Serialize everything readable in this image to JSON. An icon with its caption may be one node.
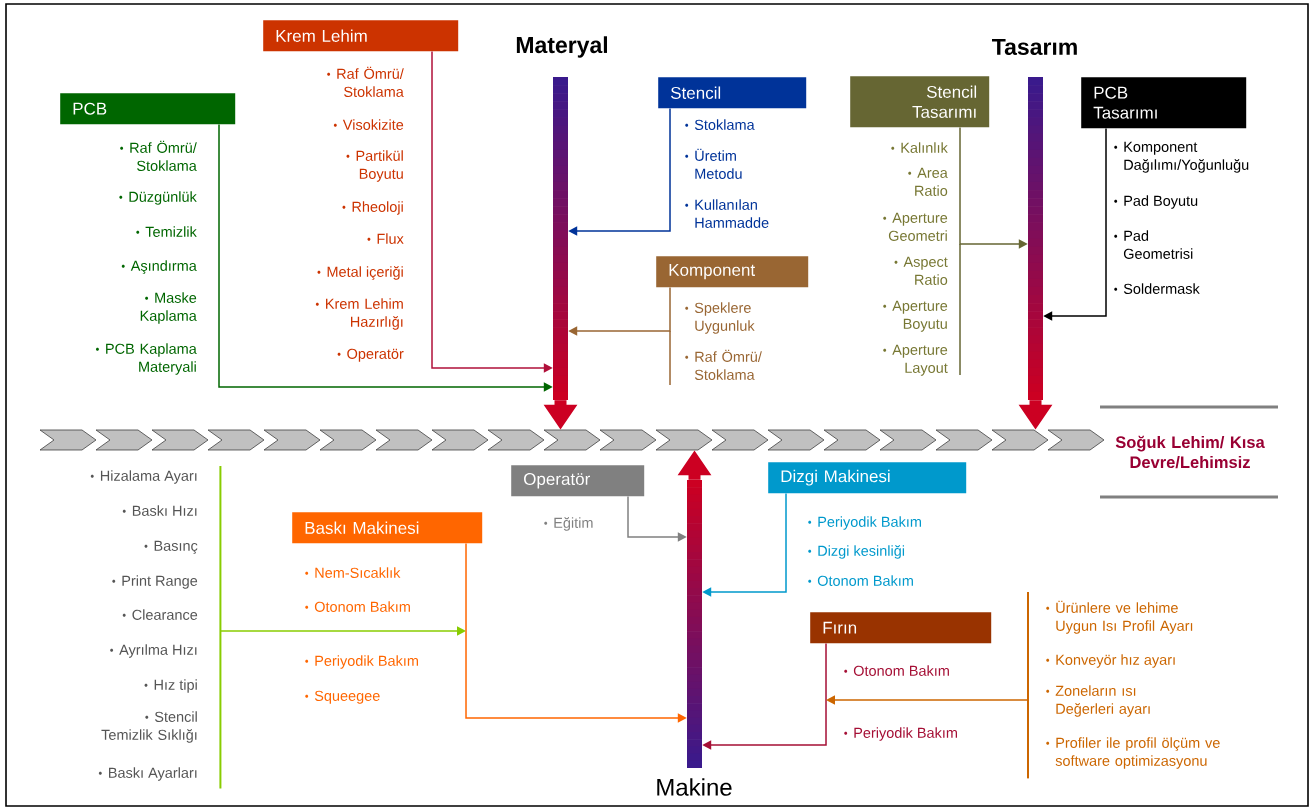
{
  "diagram": {
    "nodes": [
      {
        "text": [
          "Materyal"
        ]
      },
      {
        "text": [
          "Tasarım"
        ]
      },
      {
        "text": [
          "Makine"
        ]
      },
      {
        "text": [],
        "shape": "bar"
      },
      {
        "text": [
          "Soğuk Lehim/ Kısa Devre/Lehimsiz"
        ]
      },
      {
        "text": [
          "PCB"
        ],
        "beside": [
          "Raf Ömrü/ Stoklama",
          "Düzgünlük",
          "Temizlik",
          "Aşındırma",
          "Maske Kaplama",
          "PCB Kaplama Materyali"
        ]
      },
      {
        "text": [
          "Krem Lehim"
        ],
        "beside": [
          "Raf Ömrü/ Stoklama",
          "Visokizite",
          "Partikül Boyutu",
          "Rheoloji",
          "Flux",
          "Metal içeriği",
          "Krem Lehim Hazırlığı",
          "Operatör"
        ]
      },
      {
        "text": [
          "Stencil"
        ],
        "beside": [
          "Stoklama",
          "Üretim Metodu",
          "Kullanılan Hammadde"
        ]
      },
      {
        "text": [
          "Komponent"
        ],
        "beside": [
          "Speklere Uygunluk",
          "Raf Ömrü/ Stoklama"
        ]
      },
      {
        "text": [
          "Stencil Tasarımı"
        ],
        "beside": [
          "Kalınlık",
          "Area Ratio",
          "Aperture Geometri",
          "Aspect Ratio",
          "Aperture Boyutu",
          "Aperture Layout"
        ]
      },
      {
        "text": [
          "PCB Tasarımı"
        ],
        "beside": [
          "Komponent Dağılımı/Yoğunluğu",
          "Pad Boyutu",
          "Pad Geometrisi",
          "Soldermask"
        ]
      },
      {
        "text": [
          "Operatör"
        ],
        "beside": [
          "Eğitim"
        ]
      },
      {
        "text": [
          "Dizgi Makinesi"
        ],
        "beside": [
          "Periyodik Bakım",
          "Dizgi kesinliği",
          "Otonom Bakım"
        ]
      },
      {
        "text": [
          "Baskı Makinesi"
        ],
        "beside": [
          "Nem-Sıcaklık",
          "Otonom Bakım",
          "Periyodik Bakım",
          "Squeegee"
        ]
      },
      {
        "text": [
          "Fırın"
        ],
        "beside": [
          "Otonom Bakım",
          "Periyodik Bakım"
        ]
      },
      {
        "text": [
          "Hizalama Ayarı",
          "Baskı Hızı",
          "Basınç",
          "Print Range",
          "Clearance",
          "Ayrılma Hızı",
          "Hız tipi",
          "Stencil Temizlik Sıklığı",
          "Baskı Ayarları"
        ]
      },
      {
        "text": [
          "Ürünlere ve lehime Uygun Isı Profil Ayarı",
          "Konveyör hız ayarı",
          "Zoneların ısı Değerleri ayarı",
          "Profiler ile profil ölçüm ve software optimizasyonu"
        ]
      }
    ],
    "edges": [
      {
        "from": 5,
        "to": 0,
        "arrow": "to",
        "color": "#006600"
      },
      {
        "from": 6,
        "to": 0,
        "arrow": "to",
        "color": "#b0103a"
      },
      {
        "from": 7,
        "to": 0,
        "arrow": "to",
        "color": "#003399"
      },
      {
        "from": 8,
        "to": 0,
        "arrow": "to",
        "color": "#996633"
      },
      {
        "from": 0,
        "to": 3,
        "arrow": "to",
        "style": "thick",
        "color": "#cc0022"
      },
      {
        "from": 9,
        "to": 1,
        "arrow": "to",
        "color": "#666633"
      },
      {
        "from": 10,
        "to": 1,
        "arrow": "to",
        "color": "#000000"
      },
      {
        "from": 1,
        "to": 3,
        "arrow": "to",
        "style": "thick",
        "color": "#cc0022"
      },
      {
        "from": 2,
        "to": 3,
        "arrow": "to",
        "style": "thick",
        "color": "#cc0022"
      },
      {
        "from": 11,
        "to": 2,
        "arrow": "to",
        "color": "#808080"
      },
      {
        "from": 12,
        "to": 2,
        "arrow": "to",
        "color": "#0099cc"
      },
      {
        "from": 13,
        "to": 2,
        "arrow": "to",
        "color": "#ff6600"
      },
      {
        "from": 14,
        "to": 2,
        "arrow": "to",
        "color": "#a50f35"
      },
      {
        "from": 15,
        "to": 13,
        "arrow": "to",
        "color": "#88cc00"
      },
      {
        "from": 16,
        "to": 14,
        "arrow": "to",
        "color": "#cc6600"
      }
    ]
  }
}
